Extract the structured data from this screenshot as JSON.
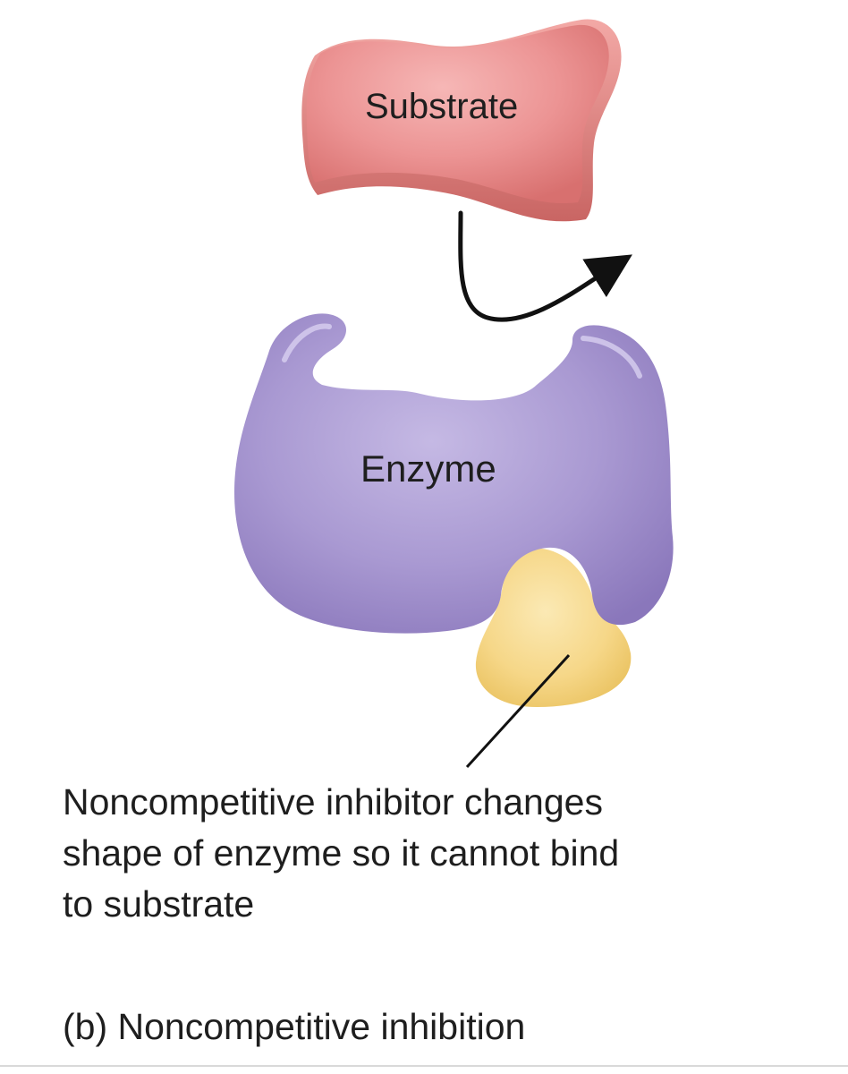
{
  "labels": {
    "substrate": "Substrate",
    "enzyme": "Enzyme",
    "inhibitor_caption": "Noncompetitive inhibitor changes shape of enzyme so it cannot bind to substrate",
    "figure_caption": "(b) Noncompetitive inhibition"
  },
  "colors": {
    "substrate": "#e88a8f",
    "enzyme": "#a494c8",
    "inhibitor": "#f6d88a",
    "text": "#1e1e1e",
    "arrow": "#111111"
  }
}
